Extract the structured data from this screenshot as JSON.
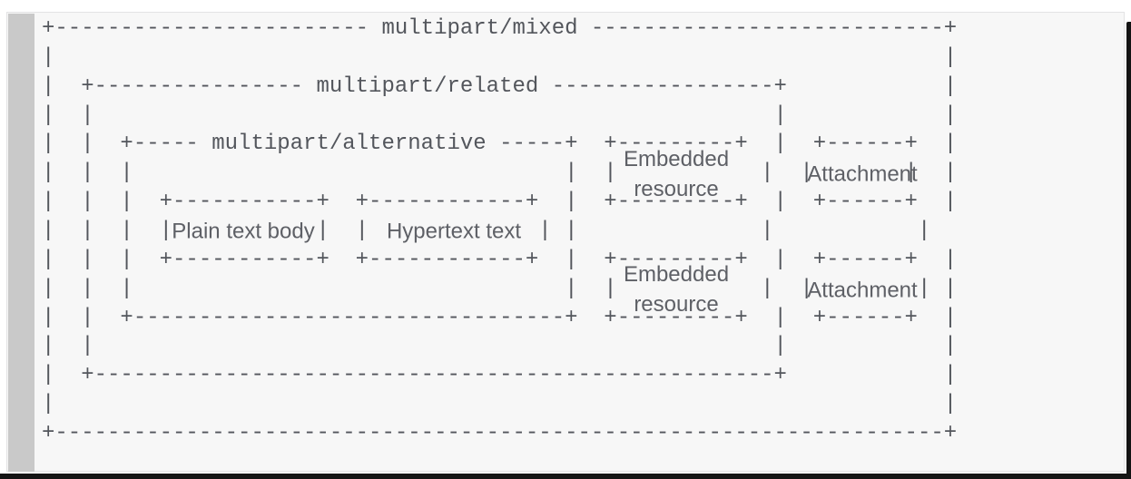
{
  "diagram": {
    "mime_types": {
      "mixed": "multipart/mixed",
      "related": "multipart/related",
      "alternative": "multipart/alternative"
    },
    "labels": {
      "plain_text_body": "Plain text body",
      "hypertext_text": "Hypertext text",
      "embedded_resource": "Embedded resource",
      "attachment": "Attachment"
    },
    "ascii_rows": [
      "+------------------------ multipart/mixed ---------------------------+",
      "|                                                                    |",
      "|  +---------------- multipart/related -----------------+            |",
      "|  |                                                    |            |",
      "|  |  +----- multipart/alternative -----+  +---------+  |  +------+  |",
      "|  |  |                                 |  |           |  |       |  |",
      "|  |  |  +-----------+  +------------+  |  +---------+  |  +------+  |",
      "|  |  |  |           |  |             | |              |           |",
      "|  |  |  +-----------+  +------------+  |  +---------+  |  +------+  |",
      "|  |  |                                 |  |           |  |        | |",
      "|  |  +---------------------------------+  +---------+  |  +------+  |",
      "|  |                                                    |            |",
      "|  +----------------------------------------------------+            |",
      "|                                                                    |",
      "+--------------------------------------------------------------------+"
    ],
    "colors": {
      "mono_text": "#53565c",
      "label_text": "#5e6066",
      "code_bg": "#f7f7f7",
      "scrollbar": "#c9c9c9",
      "border": "#e3e3e4",
      "edge": "#141414",
      "page_bg": "#ffffff"
    }
  }
}
